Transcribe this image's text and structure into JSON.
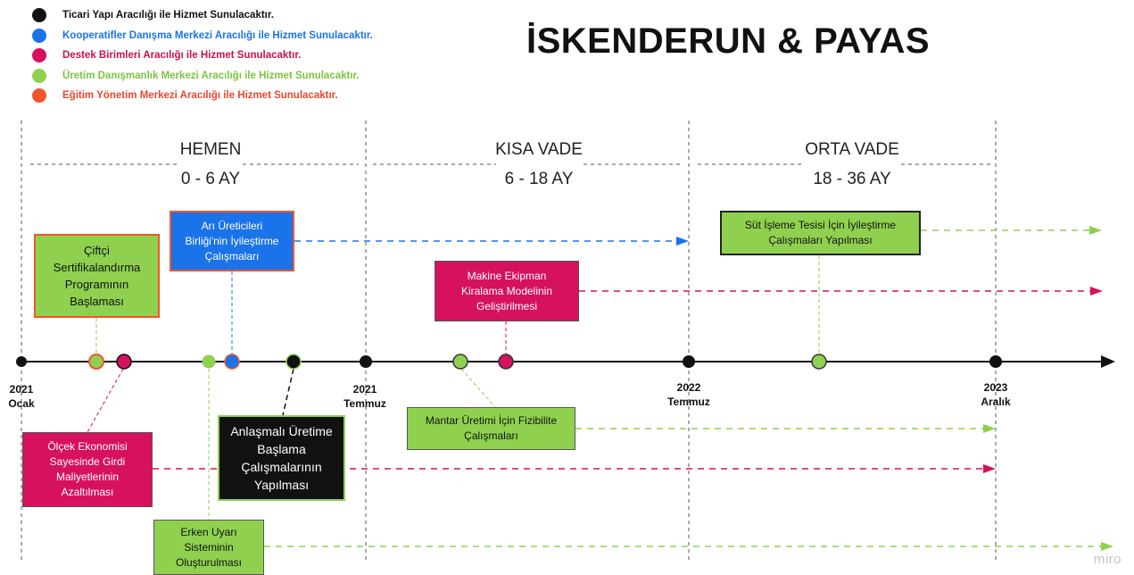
{
  "legend": [
    {
      "label": "Ticari Yapı Aracılığı ile Hizmet Sunulacaktır.",
      "color": "#111111",
      "text_color": "#111111"
    },
    {
      "label": "Kooperatifler Danışma Merkezi Aracılığı ile Hizmet Sunulacaktır.",
      "color": "#1a73e8",
      "text_color": "#1a73e8"
    },
    {
      "label": "Destek Birimleri Aracılığı ile Hizmet Sunulacaktır.",
      "color": "#d6115e",
      "text_color": "#c8114f"
    },
    {
      "label": "Üretim Danışmanlık Merkezi Aracılığı ile Hizmet Sunulacaktır.",
      "color": "#8fd14f",
      "text_color": "#7cc43f"
    },
    {
      "label": "Eğitim Yönetim Merkezi Aracılığı ile Hizmet Sunulacaktır.",
      "color": "#f2552c",
      "text_color": "#e8472a"
    }
  ],
  "title": "İSKENDERUN & PAYAS",
  "phases": [
    {
      "name": "HEMEN",
      "range": "0 - 6 AY"
    },
    {
      "name": "KISA VADE",
      "range": "6 - 18 AY"
    },
    {
      "name": "ORTA VADE",
      "range": "18 - 36 AY"
    }
  ],
  "dates": [
    {
      "label": "2021\nOcak"
    },
    {
      "label": "2021\nTemmuz"
    },
    {
      "label": "2022\nTemmuz"
    },
    {
      "label": "2023\nAralık"
    }
  ],
  "boxes": {
    "ciftci": "Çiftçi Sertifikalandırma Programının Başlaması",
    "ari": "Arı Üreticileri Birliği'nin İyileştirme Çalışmaları",
    "sut": "Süt İşleme Tesisi İçin İyileştirme Çalışmaları Yapılması",
    "makine": "Makine Ekipman Kiralama Modelinin Geliştirilmesi",
    "olcek": "Ölçek Ekonomisi Sayesinde Girdi Maliyetlerinin Azaltılması",
    "anlasmali": "Anlaşmalı Üretime Başlama Çalışmalarının Yapılması",
    "mantar": "Mantar Üretimi İçin Fizibilite Çalışmaları",
    "erken": "Erken Uyarı Sisteminin Oluşturulması"
  },
  "colors": {
    "black": "#111111",
    "blue": "#1a73e8",
    "pink": "#d6115e",
    "green": "#8fd14f",
    "orange": "#f2552c",
    "grey_dash": "#555555"
  },
  "watermark": "miro"
}
